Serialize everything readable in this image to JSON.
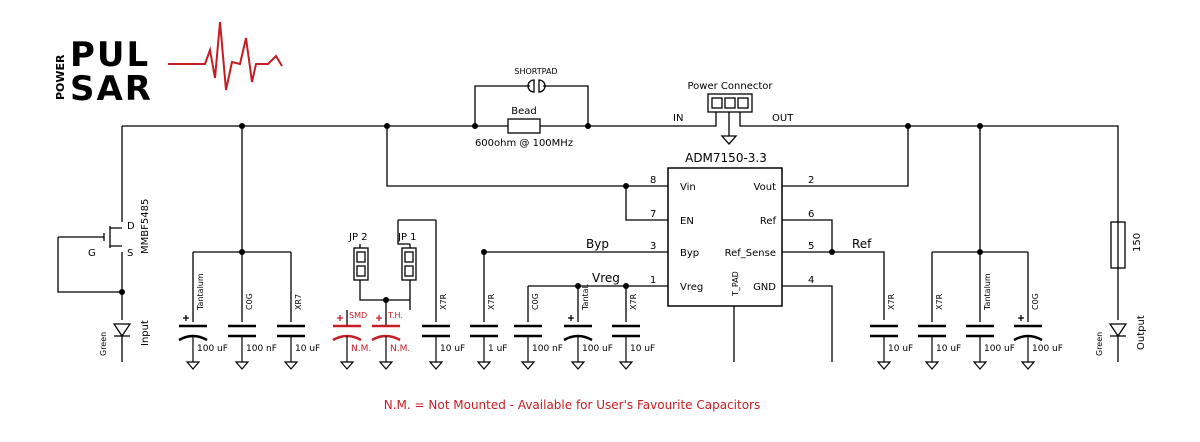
{
  "logo": {
    "power": "POWER",
    "pul": "PUL",
    "sar": "SAR",
    "accent": "#c41e24"
  },
  "ic": {
    "name": "ADM7150-3.3",
    "pins": {
      "vin": "Vin",
      "en": "EN",
      "byp": "Byp",
      "vreg": "Vreg",
      "vout": "Vout",
      "ref": "Ref",
      "refsense": "Ref_Sense",
      "gnd": "GND",
      "tpad": "T_PAD"
    },
    "numbers": {
      "p8": "8",
      "p7": "7",
      "p3": "3",
      "p1": "1",
      "p2": "2",
      "p6": "6",
      "p5": "5",
      "p4": "4"
    }
  },
  "nets": {
    "in": "IN",
    "out": "OUT",
    "byp": "Byp",
    "vreg": "Vreg",
    "ref": "Ref"
  },
  "connector": {
    "label": "Power Connector"
  },
  "bead": {
    "label": "Bead",
    "value": "600ohm @ 100MHz",
    "shortpad": "SHORTPAD"
  },
  "jfet": {
    "part": "MMBF5485",
    "d": "D",
    "g": "G",
    "s": "S"
  },
  "leds": {
    "input_label": "Input",
    "output_label": "Output",
    "color": "Green"
  },
  "resistor": {
    "value": "150"
  },
  "jumpers": {
    "jp1": "JP 1",
    "jp2": "JP 2"
  },
  "caps": [
    {
      "id": "c1",
      "type": "Tantalum",
      "value": "100 uF"
    },
    {
      "id": "c2",
      "type": "C0G",
      "value": "100 nF"
    },
    {
      "id": "c3",
      "type": "XR7",
      "value": "10 uF"
    },
    {
      "id": "c4",
      "type": "SMD",
      "value": "N.M."
    },
    {
      "id": "c5",
      "type": "T.H.",
      "value": "N.M."
    },
    {
      "id": "c6",
      "type": "X7R",
      "value": "10 uF"
    },
    {
      "id": "c7",
      "type": "X7R",
      "value": "1 uF"
    },
    {
      "id": "c8",
      "type": "C0G",
      "value": "100 nF"
    },
    {
      "id": "c9",
      "type": "Tantal.",
      "value": "100 uF"
    },
    {
      "id": "c10",
      "type": "X7R",
      "value": "10 uF"
    },
    {
      "id": "c11",
      "type": "X7R",
      "value": "10 uF"
    },
    {
      "id": "c12",
      "type": "X7R",
      "value": "10 uF"
    },
    {
      "id": "c13",
      "type": "Tantalum",
      "value": "100 uF"
    },
    {
      "id": "c14",
      "type": "C0G",
      "value": "100 uF"
    }
  ],
  "footnote": "N.M. = Not Mounted - Available for User's Favourite Capacitors"
}
